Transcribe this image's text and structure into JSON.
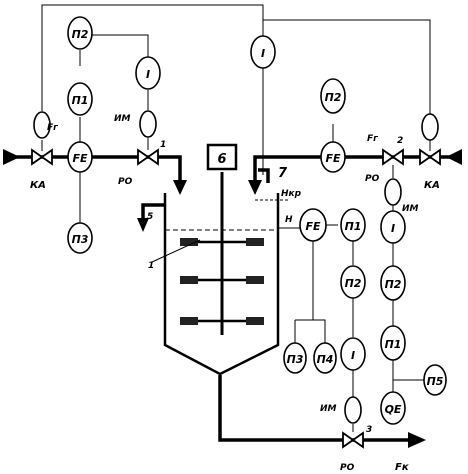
{
  "bubbles": {
    "b1": "П2",
    "b2": "П1",
    "b3": "FE",
    "b4": "П3",
    "b5": "I",
    "b6": "I",
    "b7": "П2",
    "b8": "FE",
    "b9": "FE",
    "b10": "П1",
    "b11": "П2",
    "b12": "I",
    "b13": "I",
    "b14": "П2",
    "b15": "П1",
    "b16": "QE",
    "b17": "П3",
    "b18": "П4",
    "b19": "П5"
  },
  "labels": {
    "motor": "6",
    "tank_mark": "1",
    "num1": "1",
    "num2": "2",
    "num3": "3",
    "num7": "7",
    "ka_left": "КА",
    "ka_right": "КА",
    "rv_left": "РО",
    "rv_right": "РО",
    "rv_bottom": "РО",
    "im_left": "ИМ",
    "im_right": "ИМ",
    "im_bottom": "ИМ",
    "f1_left": "Fг",
    "f1_right": "Fг",
    "fk": "Fк",
    "h_level": "Н",
    "h_max": "Нкр",
    "five": "5"
  }
}
